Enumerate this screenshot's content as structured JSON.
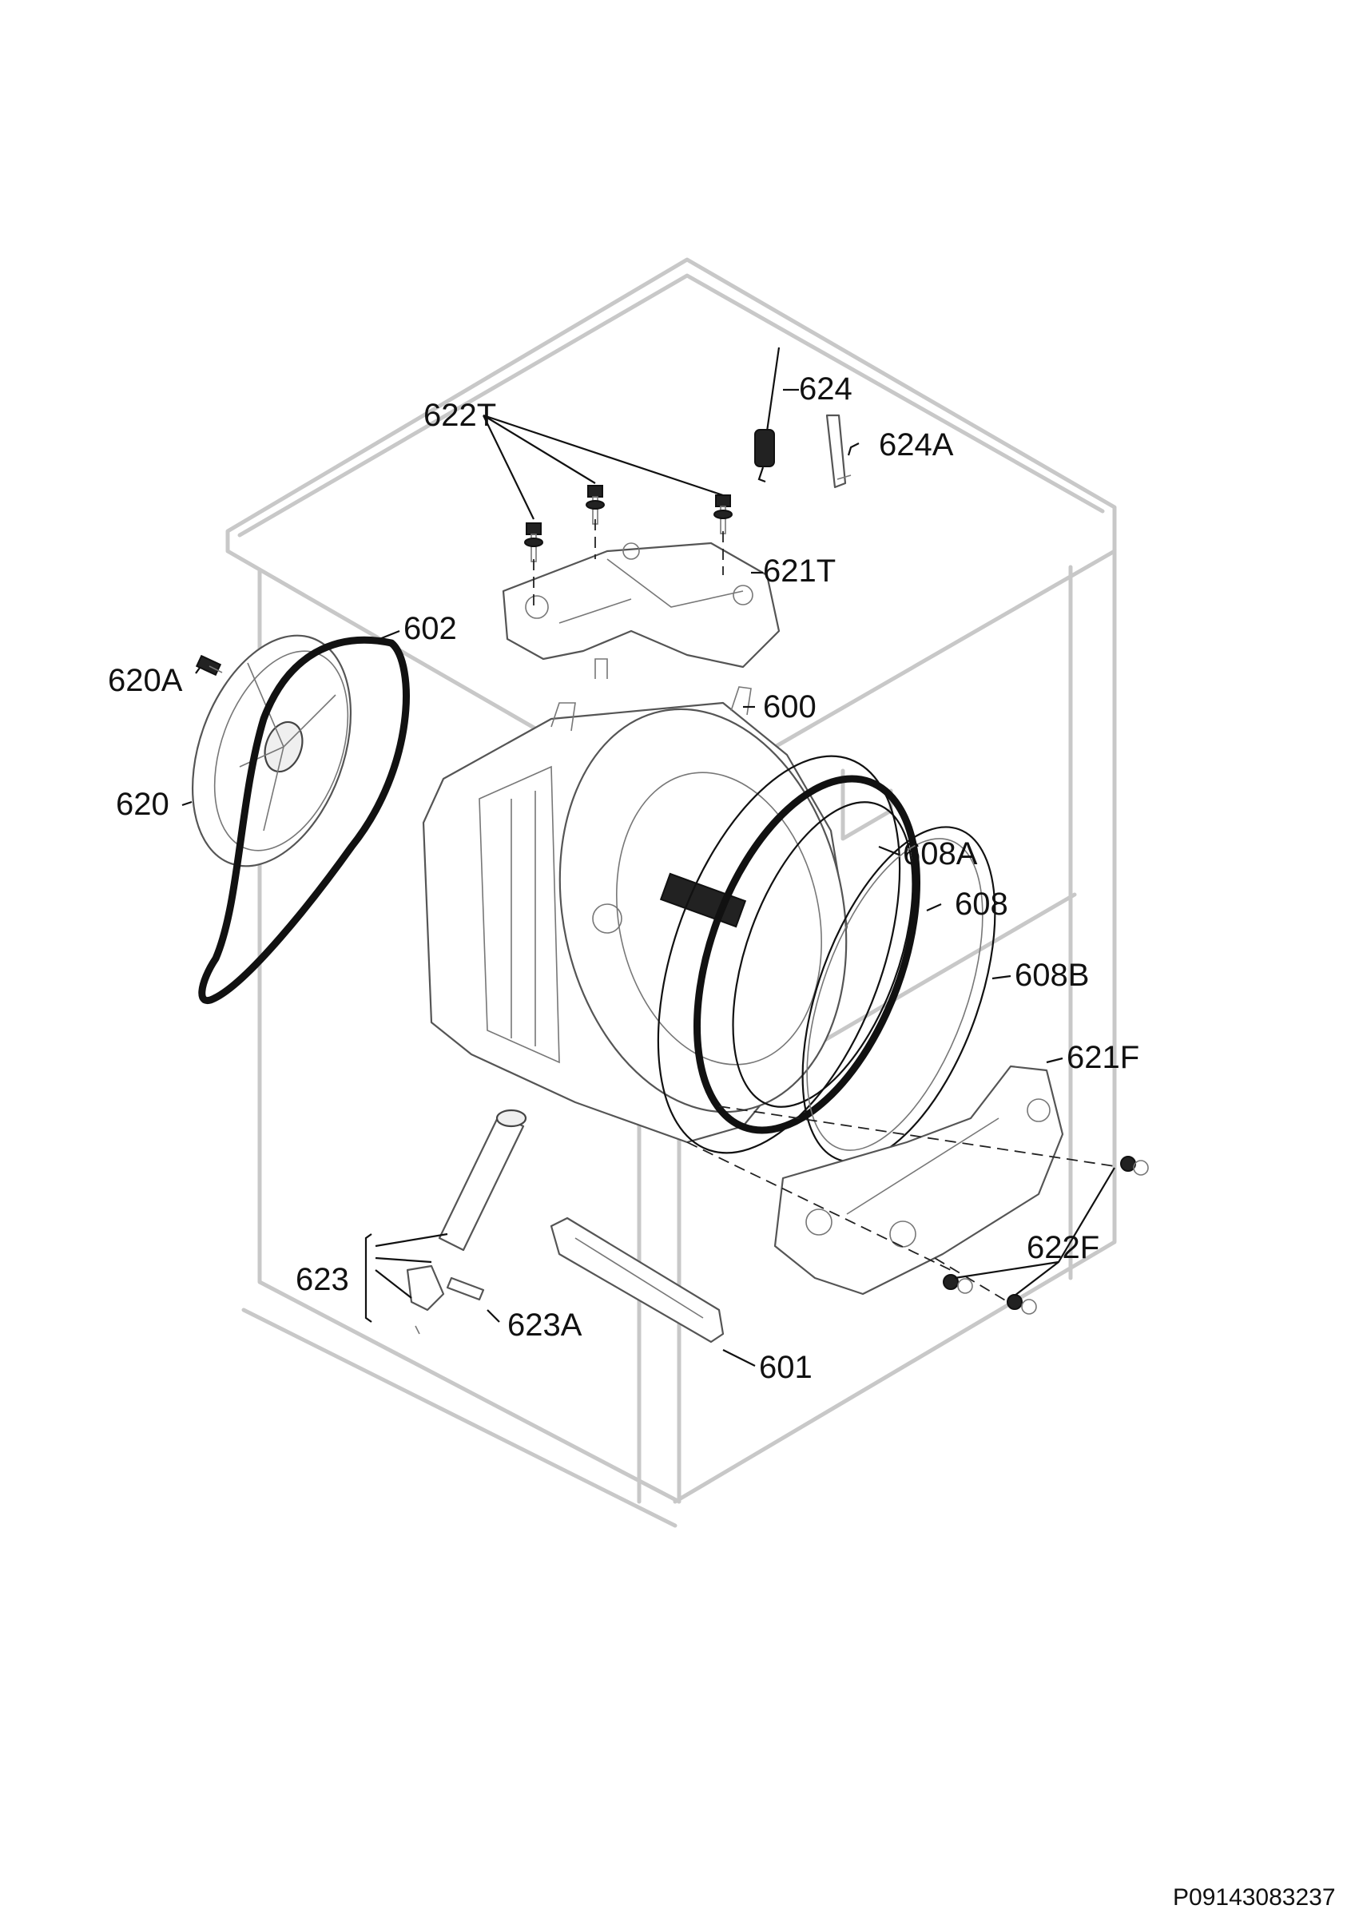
{
  "labels": {
    "l622T": "622T",
    "l624": "624",
    "l624A": "624A",
    "l621T": "621T",
    "l602": "602",
    "l620A": "620A",
    "l600": "600",
    "l620": "620",
    "l608A": "608A",
    "l608": "608",
    "l608B": "608B",
    "l621F": "621F",
    "l622F": "622F",
    "l623": "623",
    "l623A": "623A",
    "l601": "601"
  },
  "document_id": "P09143083237"
}
